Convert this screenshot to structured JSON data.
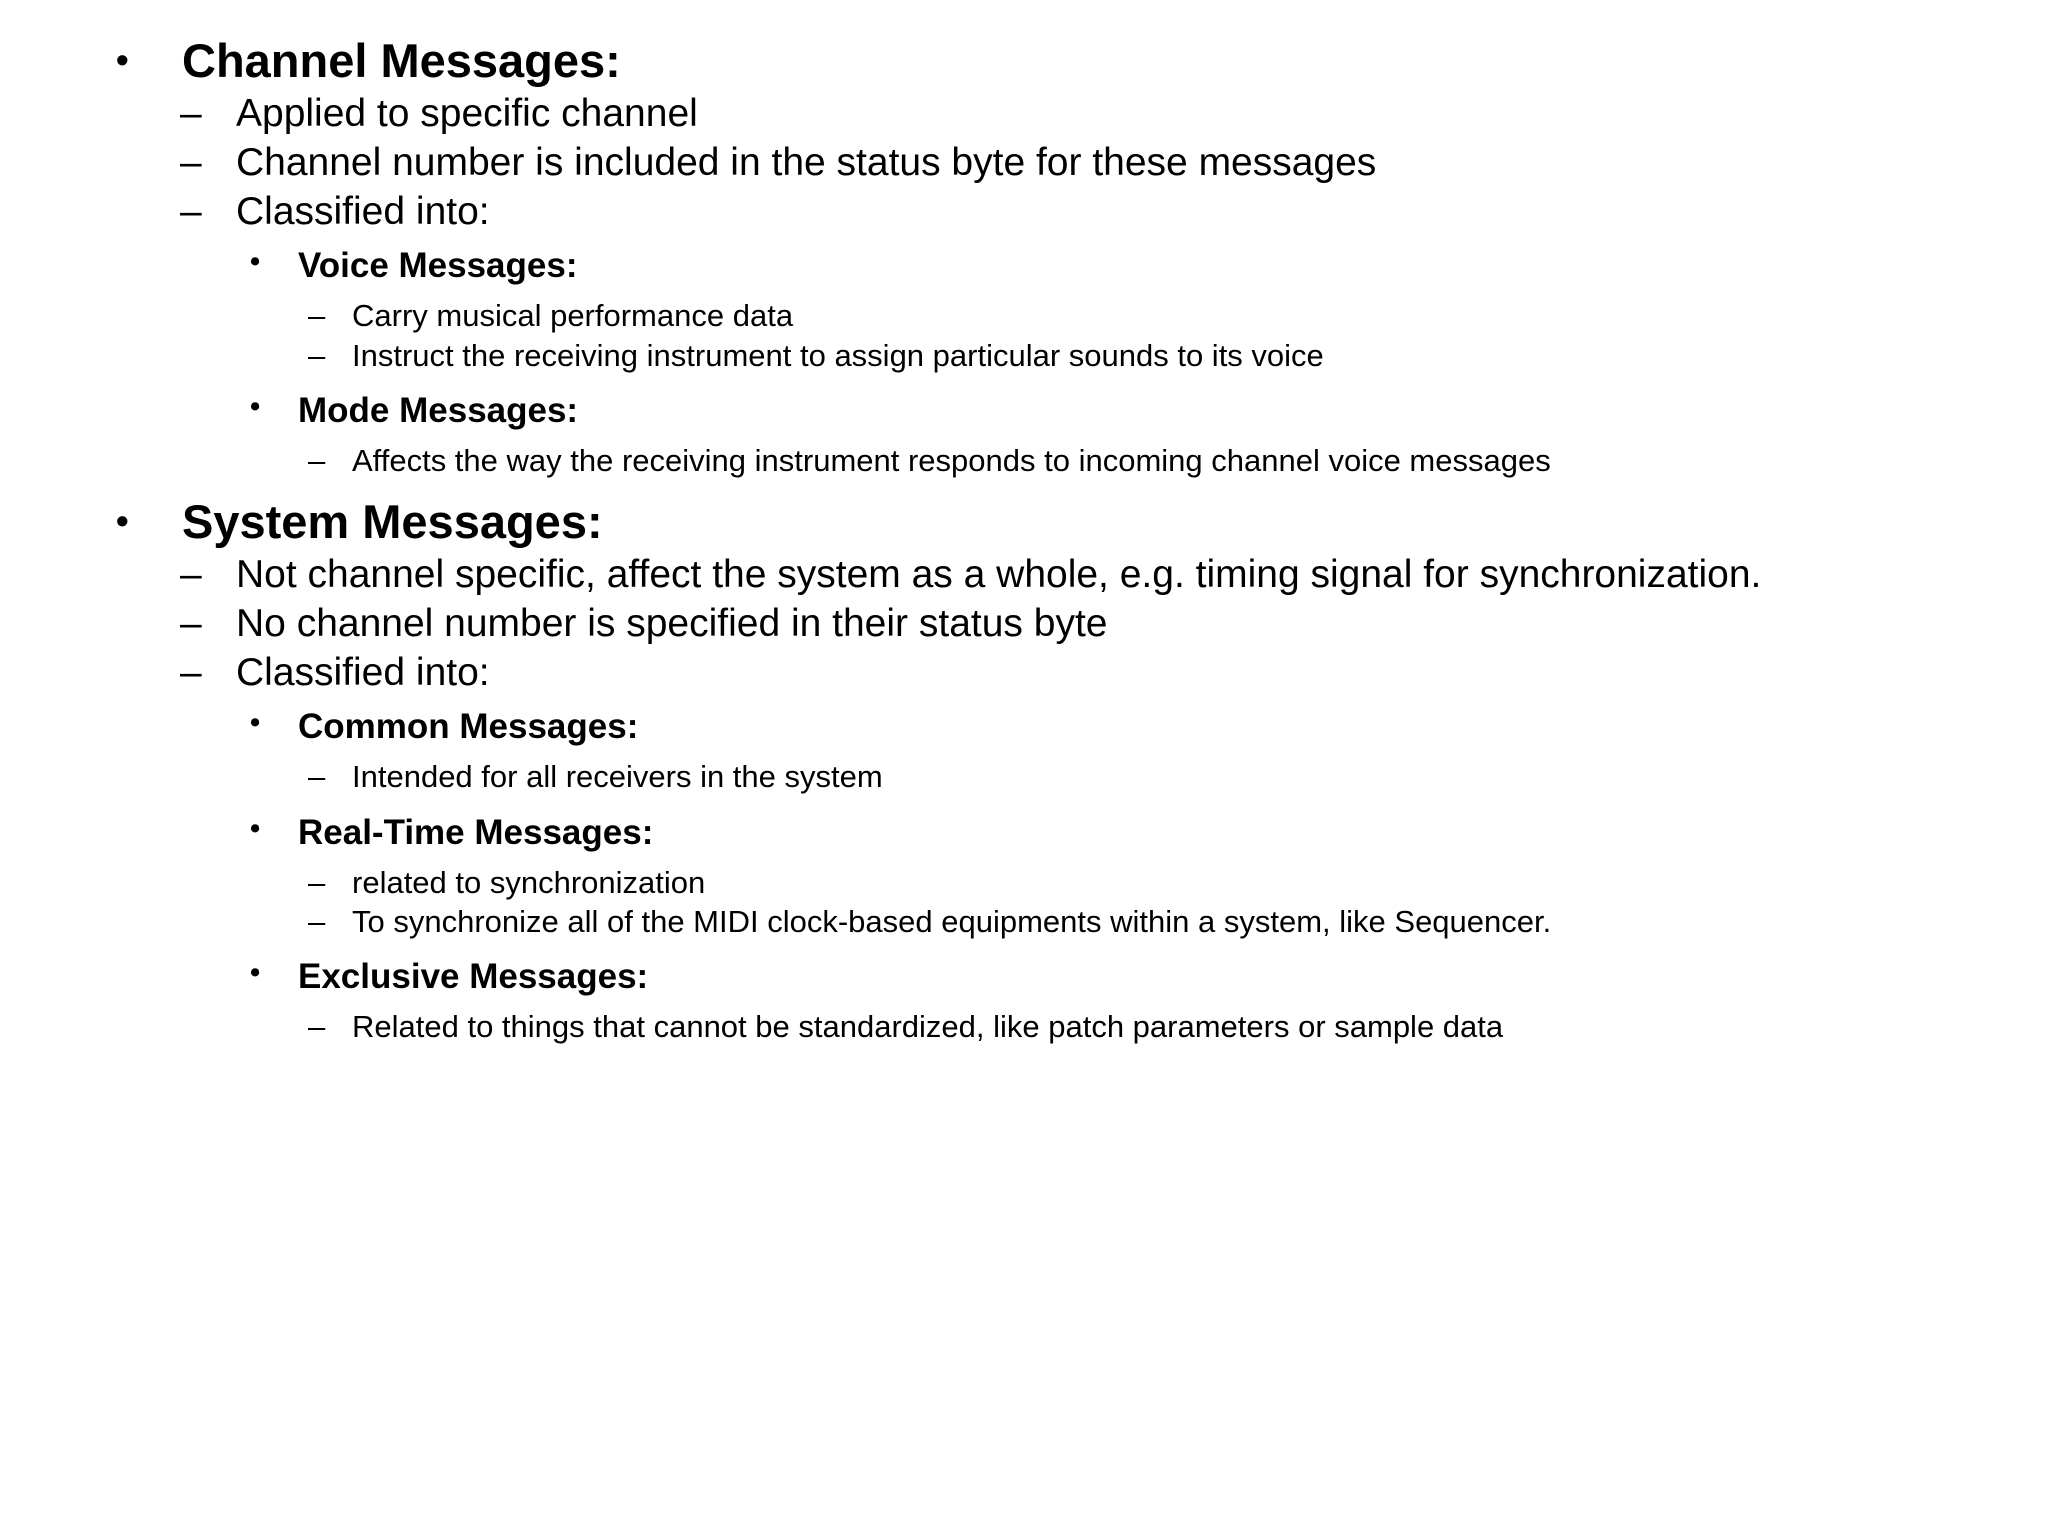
{
  "slide": {
    "background_color": "#ffffff",
    "text_color": "#000000",
    "bullet_glyphs": {
      "level1": "•",
      "level2": "–",
      "level3": "•",
      "level4": "–"
    },
    "outline": [
      {
        "id": "channel-messages",
        "level": 1,
        "text": "Channel Messages:"
      },
      {
        "id": "applied-to-specific-channel",
        "level": 2,
        "text": "Applied to specific channel"
      },
      {
        "id": "channel-number-status-byte",
        "level": 2,
        "text": "Channel number is included in the status byte for these messages"
      },
      {
        "id": "channel-classified-into",
        "level": 2,
        "text": "Classified into:"
      },
      {
        "id": "voice-messages",
        "level": 3,
        "text": "Voice Messages:"
      },
      {
        "id": "carry-musical-performance-data",
        "level": 4,
        "text": "Carry musical performance data"
      },
      {
        "id": "instruct-receiving-instrument",
        "level": 4,
        "text": "Instruct the receiving instrument to assign particular sounds to its voice"
      },
      {
        "id": "mode-messages",
        "level": 3,
        "text": "Mode Messages:"
      },
      {
        "id": "affects-the-way-receiving",
        "level": 4,
        "text": "Affects the way the receiving instrument responds to incoming channel voice messages"
      },
      {
        "id": "system-messages",
        "level": 1,
        "text": "System Messages:"
      },
      {
        "id": "not-channel-specific",
        "level": 2,
        "text": "Not channel specific, affect the system as a whole, e.g. timing signal for synchronization."
      },
      {
        "id": "no-channel-number-specified",
        "level": 2,
        "text": "No channel number is specified in their status byte"
      },
      {
        "id": "system-classified-into",
        "level": 2,
        "text": "Classified into:"
      },
      {
        "id": "common-messages",
        "level": 3,
        "text": "Common Messages:"
      },
      {
        "id": "intended-for-all-receivers",
        "level": 4,
        "text": "Intended for all receivers in the system"
      },
      {
        "id": "real-time-messages",
        "level": 3,
        "text": "Real-Time Messages:"
      },
      {
        "id": "related-to-synchronization",
        "level": 4,
        "text": "related to synchronization"
      },
      {
        "id": "to-synchronize-midi-clock",
        "level": 4,
        "text": "To synchronize all of the MIDI clock-based equipments within a system, like Sequencer."
      },
      {
        "id": "exclusive-messages",
        "level": 3,
        "text": "Exclusive Messages:"
      },
      {
        "id": "related-to-things-not-standardized",
        "level": 4,
        "text": "Related to things that cannot be standardized, like patch parameters or sample data"
      }
    ]
  }
}
